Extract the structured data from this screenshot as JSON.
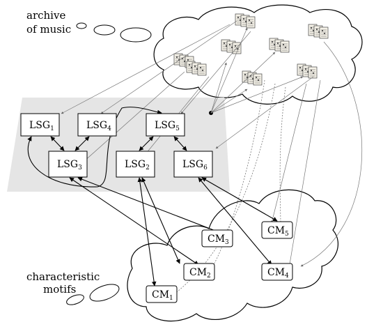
{
  "captions": {
    "archive_line1": "archive",
    "archive_line2": "of music",
    "motifs_line1": "characteristic",
    "motifs_line2": "motifs"
  },
  "lsg_nodes": [
    {
      "id": "LSG1",
      "base": "LSG",
      "sub": "1"
    },
    {
      "id": "LSG4",
      "base": "LSG",
      "sub": "4"
    },
    {
      "id": "LSG5",
      "base": "LSG",
      "sub": "5"
    },
    {
      "id": "LSG3",
      "base": "LSG",
      "sub": "3"
    },
    {
      "id": "LSG2",
      "base": "LSG",
      "sub": "2"
    },
    {
      "id": "LSG6",
      "base": "LSG",
      "sub": "6"
    }
  ],
  "cm_nodes": [
    {
      "id": "CM3",
      "base": "CM",
      "sub": "3"
    },
    {
      "id": "CM5",
      "base": "CM",
      "sub": "5"
    },
    {
      "id": "CM2",
      "base": "CM",
      "sub": "2"
    },
    {
      "id": "CM4",
      "base": "CM",
      "sub": "4"
    },
    {
      "id": "CM1",
      "base": "CM",
      "sub": "1"
    }
  ],
  "score_icons": [
    "score-1",
    "score-2",
    "score-3",
    "score-4",
    "score-5",
    "score-6",
    "score-7",
    "score-8"
  ]
}
